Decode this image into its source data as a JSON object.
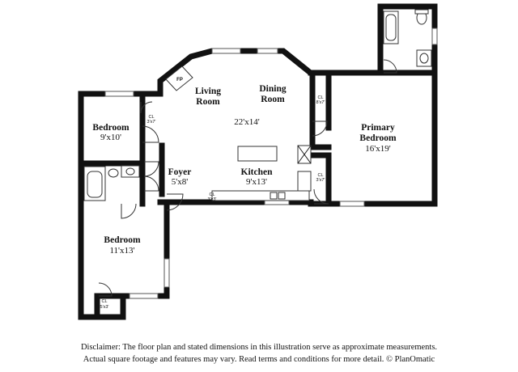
{
  "rooms": {
    "living": {
      "name_line1": "Living",
      "name_line2": "Room"
    },
    "dining": {
      "name_line1": "Dining",
      "name_line2": "Room"
    },
    "great": {
      "dimensions": "22'x14'"
    },
    "primary": {
      "name_line1": "Primary",
      "name_line2": "Bedroom",
      "dimensions": "16'x19'"
    },
    "bedroom1": {
      "name": "Bedroom",
      "dimensions": "9'x10'"
    },
    "bedroom2": {
      "name": "Bedroom",
      "dimensions": "11'x13'"
    },
    "kitchen": {
      "name": "Kitchen",
      "dimensions": "9'x13'"
    },
    "foyer": {
      "name": "Foyer",
      "dimensions": "5'x8'"
    }
  },
  "closets": {
    "bedroom1_closet": {
      "label": "CL",
      "dimensions": "3'x7'"
    },
    "primary_closet": {
      "label": "CL",
      "dimensions": "8'x7'"
    },
    "bedroom2_closet": {
      "label": "CL",
      "dimensions": "5'x3'"
    },
    "foyer_closet": {
      "label": "CL",
      "dimensions": "3'x3'"
    },
    "hall_closet": {
      "label": "CL",
      "dimensions": "3'x7'"
    }
  },
  "fireplace": {
    "label": "FP"
  },
  "disclaimer": {
    "line1": "Disclaimer: The floor plan and stated dimensions in this illustration serve as approximate measurements.",
    "line2": "Actual square footage and features may vary. Read terms and conditions for more detail. © PlanOmatic"
  }
}
